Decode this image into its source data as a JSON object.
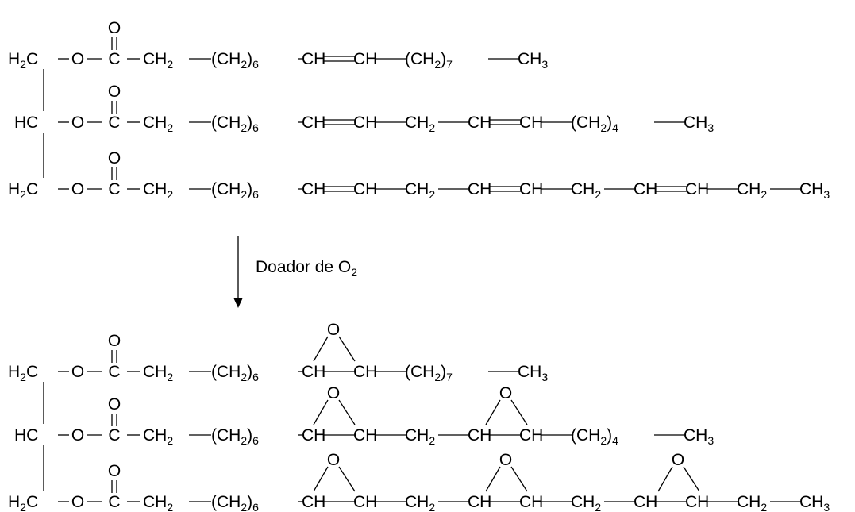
{
  "reagent": {
    "label": "Doador de O",
    "subscript": "2"
  },
  "glycerol": {
    "h2c": [
      "H",
      "2",
      "C"
    ],
    "hc": "HC"
  },
  "atoms": {
    "o": "O",
    "c": "C",
    "ch": "CH",
    "ch2": [
      "CH",
      "2"
    ],
    "ch2_6": [
      "(CH",
      "2",
      ")",
      "6"
    ],
    "ch2_7": [
      "(CH",
      "2",
      ")",
      "7"
    ],
    "ch2_4": [
      "(CH",
      "2",
      ")",
      "4"
    ],
    "ch3": [
      "CH",
      "3"
    ]
  }
}
